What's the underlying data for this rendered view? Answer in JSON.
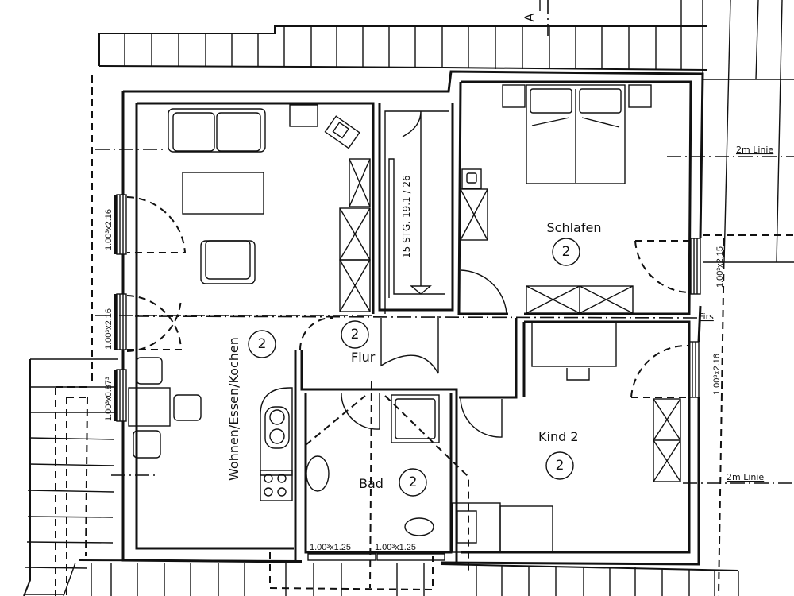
{
  "plan": {
    "north_marker": "A",
    "rooms": [
      {
        "id": "wohnen",
        "label": "Wohnen/Essen/Kochen",
        "number": "2"
      },
      {
        "id": "schlafen",
        "label": "Schlafen",
        "number": "2"
      },
      {
        "id": "flur",
        "label": "Flur",
        "number": "2"
      },
      {
        "id": "bad",
        "label": "Bad",
        "number": "2"
      },
      {
        "id": "kind",
        "label": "Kind 2",
        "number": "2"
      }
    ],
    "stair_label": "15 STG. 19.1 / 26",
    "windows": {
      "left_1": "1.00³x2.16",
      "left_2": "1.00³x2.16",
      "left_3": "1.00³x0.87³",
      "right_1": "1.00³x2.15",
      "right_2": "1.00³x2.16",
      "bottom_1": "1.00³x1.25",
      "bottom_2": "1.00³x1.25"
    },
    "annotations": {
      "line_top": "2m Linie",
      "line_bottom": "2m Linie",
      "ridge": "Firs"
    }
  },
  "colors": {
    "ink": "#111111",
    "paper": "#ffffff"
  }
}
